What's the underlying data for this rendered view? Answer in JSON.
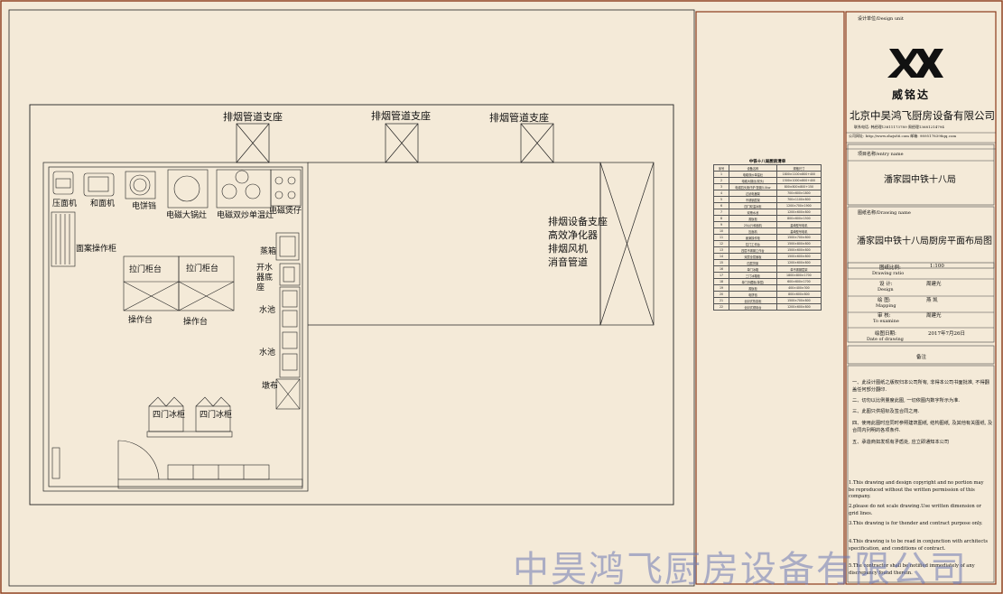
{
  "plan": {
    "hood_support_label": "排烟管道支座",
    "exhaust_notes": [
      "排烟设备支座",
      "高效净化器",
      "排烟风机",
      "消音管道"
    ],
    "equipment_labels": {
      "press_machine": "压面机",
      "dough_mixer": "和面机",
      "pancake_pan": "电饼铛",
      "induction_big_wok": "电磁大锅灶",
      "induction_double_wok": "电磁双炒单温灶",
      "induction_stove": "电磁煲仔",
      "pastry_counter": "面案操作柜",
      "drawer_counter_1": "拉门柜台",
      "drawer_counter_2": "拉门柜台",
      "work_table_1": "操作台",
      "work_table_2": "操作台",
      "steamer": "蒸箱",
      "water_heater": "开水器底座",
      "sink_1": "水池",
      "sink_2": "水池",
      "prep_table": "墩布",
      "fridge_1": "四门冰柜",
      "fridge_2": "四门冰柜"
    }
  },
  "equipment_list": {
    "title": "中铁十八局厨房清单",
    "headers": [
      "序号",
      "设备名称",
      "规格尺寸"
    ],
    "rows": [
      [
        "1",
        "电磁双炒单温灶",
        "1800×1100×800+400"
      ],
      [
        "2",
        "电磁大锅灶(双头)",
        "1500×1000×800+400"
      ],
      [
        "3",
        "电磁四头煲仔炉 配置5.0kw",
        "800×800×800+150"
      ],
      [
        "4",
        "过滤电器架",
        "700×600×1800"
      ],
      [
        "5",
        "不锈钢层架",
        "700×1100×800"
      ],
      [
        "6",
        "四门双温冰柜",
        "1200×700×1900"
      ],
      [
        "7",
        "双槽水池",
        "1200×600×800"
      ],
      [
        "8",
        "蒸饭柜",
        "800×600×1500"
      ],
      [
        "9",
        "25公斤和面机",
        "星崎型号电机"
      ],
      [
        "10",
        "压面机",
        "星崎型号电机"
      ],
      [
        "11",
        "面案操作柜",
        "1500×700×800"
      ],
      [
        "12",
        "拉门工作台",
        "1500×800×800"
      ],
      [
        "13",
        "四层不锈钢工作台",
        "1500×600×800"
      ],
      [
        "14",
        "双层全层面板",
        "1500×600×800"
      ],
      [
        "15",
        "四层货架",
        "1200×600×800"
      ],
      [
        "16",
        "单门冰箱",
        "单不锈钢层架"
      ],
      [
        "17",
        "三门冰箱柜",
        "1800×800×1700"
      ],
      [
        "18",
        "单门冷藏柜(单层)",
        "600×600×1700"
      ],
      [
        "19",
        "蒸饭柜",
        "400×400×300"
      ],
      [
        "20",
        "电饼铛",
        "800×600×800"
      ],
      [
        "21",
        "全封式热泵柜",
        "1500×700×800"
      ],
      [
        "22",
        "全封式燃烧台",
        "1200×600×800"
      ]
    ]
  },
  "titleblock": {
    "design_unit_label": "设计单位/Design unit",
    "logo_text": "威铭达",
    "company": "北京中昊鸿飞厨房设备有限公司",
    "contact_line1": "联系电话: 韩经理13811173789   周经理13681214794",
    "contact_line2": "公司网址: http://www.zhzjs86.com  邮箱: 9895178398qq.com",
    "project_label": "项目名称/entry name",
    "project_name": "潘家园中铁十八局",
    "drawing_label": "图纸名称/Drawing name",
    "drawing_name": "潘家园中铁十八局厨房平面布局图",
    "scale_label": "图纸比例:",
    "scale_en": "Drawing ratio",
    "scale_value": "1:100",
    "design_label": "设    计:",
    "design_en": "Design",
    "design_value": "周建光",
    "draw_label": "绘    图:",
    "draw_en": "Mapping",
    "draw_value": "燕 凯",
    "review_label": "审    核:",
    "review_en": "To examine",
    "review_value": "周建光",
    "date_label": "绘图日期:",
    "date_en": "Date of drawing",
    "date_value": "2017年7月26日",
    "remark_label": "备注",
    "notes_cn": [
      "一、此设计图纸之版权归本公司所有, 非得本公司书面批准, 不得翻盖任何部分翻印.",
      "二、切勿以比例量度此图, 一切依图内数字所示为准.",
      "三、此图只供招标及签合同之用.",
      "四、使用此图时应同时参照建筑图纸, 结构图纸, 及其他有关图纸, 及合同内列明的各项条件.",
      "五、承造商如发现有矛盾处, 应立即通知本公司"
    ],
    "notes_en": [
      "1.This drawing and design copyright and no portion may be reproduced without the written permission of this company.",
      "2.please do not scale drawing.Use written dimension or grid lines.",
      "3.This drawing is for thender and contract purpose only.",
      "4.This drawing is to be read in conjunction with architects specification, and conditions of contract.",
      "5.The contractor shall be notified immediately of any discrepancy found therein."
    ]
  },
  "watermark": "中昊鸿飞厨房设备有限公司"
}
